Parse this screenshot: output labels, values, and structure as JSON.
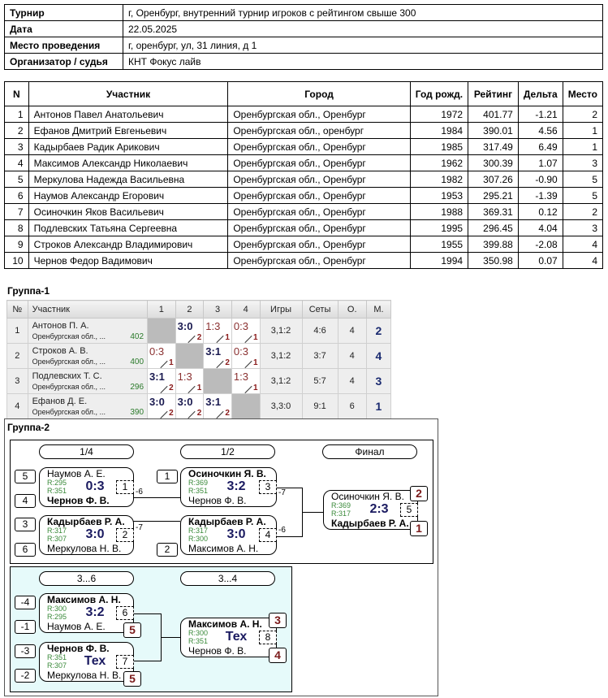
{
  "info": [
    {
      "k": "Турнир",
      "v": "г, Оренбург, внутренний турнир игроков с рейтингом свыше 300"
    },
    {
      "k": "Дата",
      "v": "22.05.2025"
    },
    {
      "k": "Место проведения",
      "v": "г, оренбург, ул, 31 линия, д 1"
    },
    {
      "k": "Организатор / судья",
      "v": "КНТ Фокус лайв"
    }
  ],
  "participants": {
    "headers": [
      "N",
      "Участник",
      "Город",
      "Год рожд.",
      "Рейтинг",
      "Дельта",
      "Место"
    ],
    "rows": [
      [
        "1",
        "Антонов Павел Анатольевич",
        "Оренбургская обл., Оренбург",
        "1972",
        "401.77",
        "-1.21",
        "2"
      ],
      [
        "2",
        "Ефанов Дмитрий Евгеньевич",
        "Оренбургская обл., оренбург",
        "1984",
        "390.01",
        "4.56",
        "1"
      ],
      [
        "3",
        "Кадырбаев Радик Арикович",
        "Оренбургская обл., Оренбург",
        "1985",
        "317.49",
        "6.49",
        "1"
      ],
      [
        "4",
        "Максимов Александр Николаевич",
        "Оренбургская обл., Оренбург",
        "1962",
        "300.39",
        "1.07",
        "3"
      ],
      [
        "5",
        "Меркулова Надежда Васильевна",
        "Оренбургская обл., Оренбург",
        "1982",
        "307.26",
        "-0.90",
        "5"
      ],
      [
        "6",
        "Наумов Александр Егорович",
        "Оренбургская обл., Оренбург",
        "1953",
        "295.21",
        "-1.39",
        "5"
      ],
      [
        "7",
        "Осиночкин Яков Васильевич",
        "Оренбургская обл., Оренбург",
        "1988",
        "369.31",
        "0.12",
        "2"
      ],
      [
        "8",
        "Подлевских Татьяна Сергеевна",
        "Оренбургская обл., Оренбург",
        "1995",
        "296.45",
        "4.04",
        "3"
      ],
      [
        "9",
        "Строков Александр Владимирович",
        "Оренбургская обл., Оренбург",
        "1955",
        "399.88",
        "-2.08",
        "4"
      ],
      [
        "10",
        "Чернов Федор Вадимович",
        "Оренбургская обл., Оренбург",
        "1994",
        "350.98",
        "0.07",
        "4"
      ]
    ]
  },
  "group1": {
    "title": "Группа-1",
    "headers": [
      "№",
      "Участник",
      "1",
      "2",
      "3",
      "4",
      "Игры",
      "Сеты",
      "О.",
      "М."
    ],
    "rows": [
      {
        "n": "1",
        "name": "Антонов П. А.",
        "city": "Оренбургская обл., ...",
        "rating": "402",
        "cells": [
          null,
          {
            "s": "3:0",
            "w": true,
            "p": "2"
          },
          {
            "s": "1:3",
            "w": false,
            "p": "1"
          },
          {
            "s": "0:3",
            "w": false,
            "p": "1"
          }
        ],
        "games": "3,1:2",
        "sets": "4:6",
        "points": "4",
        "place": "2"
      },
      {
        "n": "2",
        "name": "Строков А. В.",
        "city": "Оренбургская обл., ...",
        "rating": "400",
        "cells": [
          {
            "s": "0:3",
            "w": false,
            "p": "1"
          },
          null,
          {
            "s": "3:1",
            "w": true,
            "p": "2"
          },
          {
            "s": "0:3",
            "w": false,
            "p": "1"
          }
        ],
        "games": "3,1:2",
        "sets": "3:7",
        "points": "4",
        "place": "4"
      },
      {
        "n": "3",
        "name": "Подлевских Т. С.",
        "city": "Оренбургская обл., ...",
        "rating": "296",
        "cells": [
          {
            "s": "3:1",
            "w": true,
            "p": "2"
          },
          {
            "s": "1:3",
            "w": false,
            "p": "1"
          },
          null,
          {
            "s": "1:3",
            "w": false,
            "p": "1"
          }
        ],
        "games": "3,1:2",
        "sets": "5:7",
        "points": "4",
        "place": "3"
      },
      {
        "n": "4",
        "name": "Ефанов Д. Е.",
        "city": "Оренбургская обл., ...",
        "rating": "390",
        "cells": [
          {
            "s": "3:0",
            "w": true,
            "p": "2"
          },
          {
            "s": "3:0",
            "w": true,
            "p": "2"
          },
          {
            "s": "3:1",
            "w": true,
            "p": "2"
          },
          null
        ],
        "games": "3,3:0",
        "sets": "9:1",
        "points": "6",
        "place": "1"
      }
    ]
  },
  "group2": {
    "title": "Группа-2",
    "rounds": [
      "1/4",
      "1/2",
      "Финал",
      "3...6",
      "3...4"
    ],
    "seeds": [
      "5",
      "4",
      "3",
      "6",
      "1",
      "2",
      "-4",
      "-1",
      "-3",
      "-2"
    ],
    "labels": [
      "-6",
      "-7",
      "-7",
      "-6"
    ],
    "matches": [
      {
        "num": "1",
        "p1": "Наумов А. Е.",
        "p2": "Чернов Ф. В.",
        "r1": "R:295",
        "r2": "R:351",
        "score": "0:3",
        "win": 2
      },
      {
        "num": "2",
        "p1": "Кадырбаев Р. А.",
        "p2": "Меркулова Н. В.",
        "r1": "R:317",
        "r2": "R:307",
        "score": "3:0",
        "win": 1
      },
      {
        "num": "3",
        "p1": "Осиночкин Я. В.",
        "p2": "Чернов Ф. В.",
        "r1": "R:369",
        "r2": "R:351",
        "score": "3:2",
        "win": 1
      },
      {
        "num": "4",
        "p1": "Кадырбаев Р. А.",
        "p2": "Максимов А. Н.",
        "r1": "R:317",
        "r2": "R:300",
        "score": "3:0",
        "win": 1
      },
      {
        "num": "5",
        "p1": "Осиночкин Я. В.",
        "p2": "Кадырбаев Р. А.",
        "r1": "R:369",
        "r2": "R:317",
        "score": "2:3",
        "win": 2
      },
      {
        "num": "6",
        "p1": "Максимов А. Н.",
        "p2": "Наумов А. Е.",
        "r1": "R:300",
        "r2": "R:295",
        "score": "3:2",
        "win": 1
      },
      {
        "num": "7",
        "p1": "Чернов Ф. В.",
        "p2": "Меркулова Н. В.",
        "r1": "R:351",
        "r2": "R:307",
        "score": "Тех",
        "win": 1
      },
      {
        "num": "8",
        "p1": "Максимов А. Н.",
        "p2": "Чернов Ф. В.",
        "r1": "R:300",
        "r2": "R:351",
        "score": "Тех",
        "win": 1
      }
    ],
    "places": [
      "2",
      "1",
      "5",
      "5",
      "3",
      "4"
    ]
  }
}
